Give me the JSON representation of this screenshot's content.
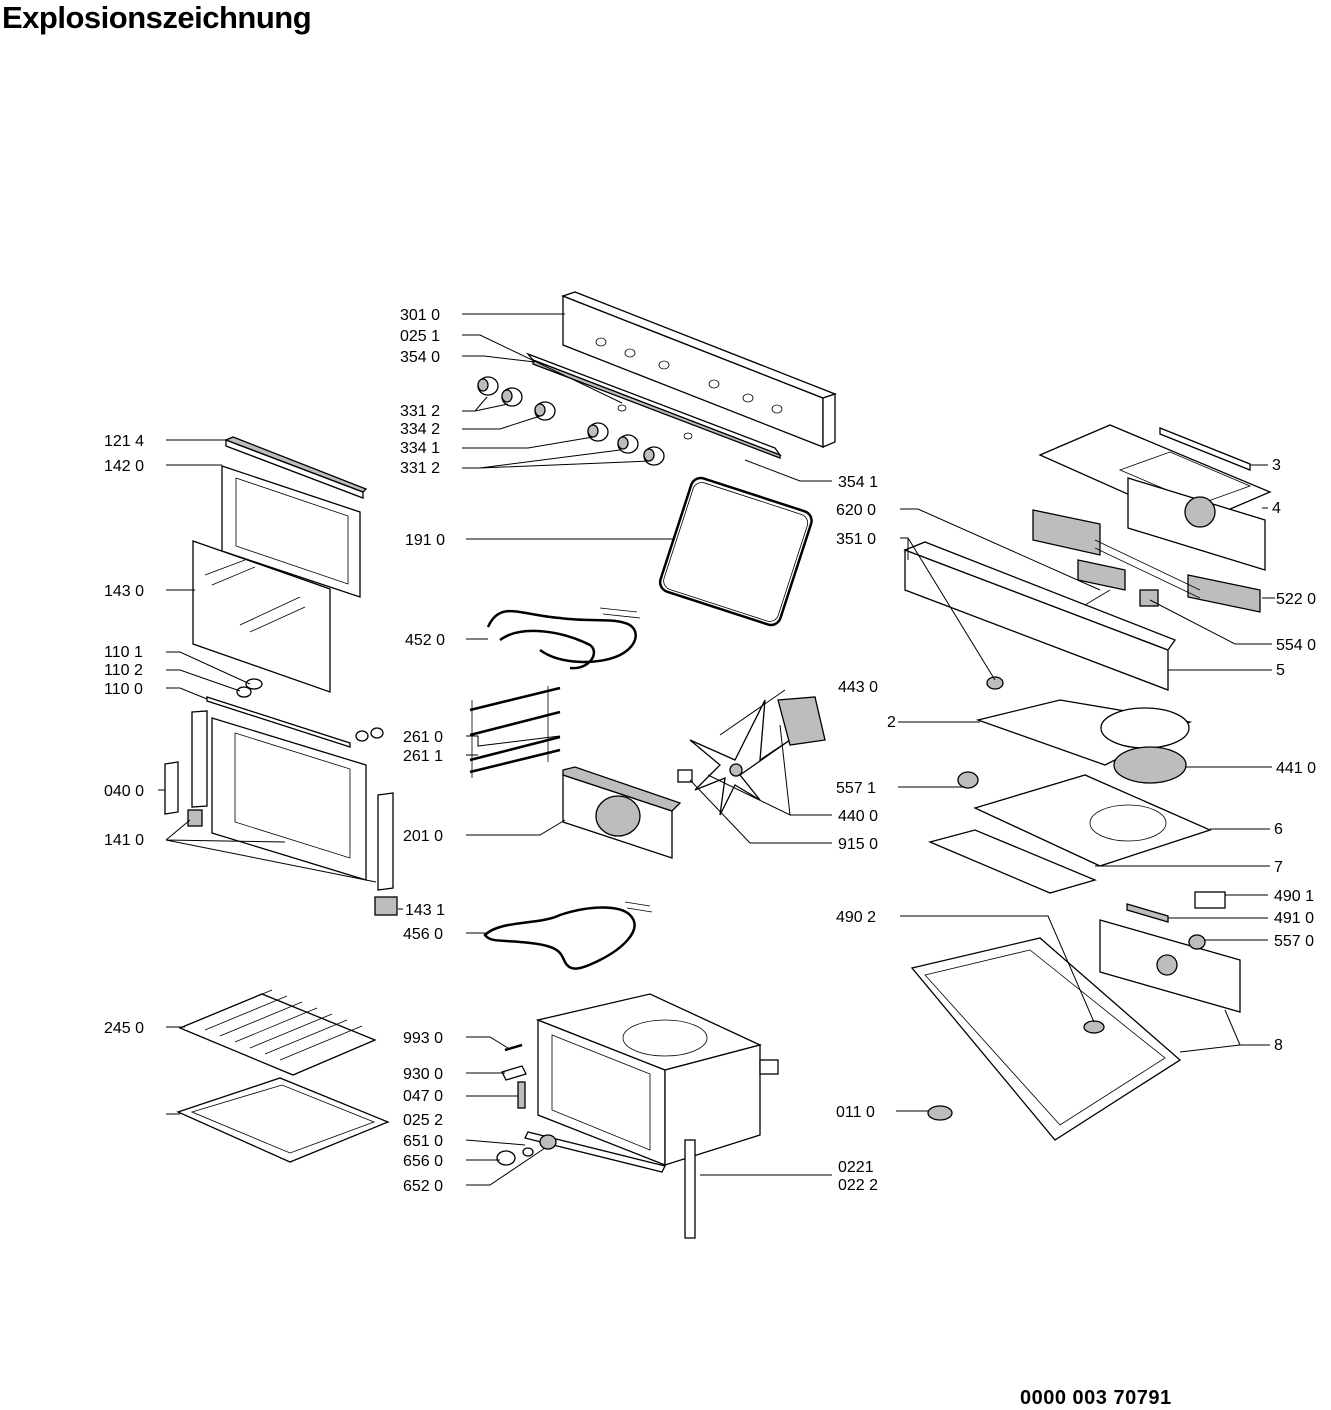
{
  "header": {
    "title": "Explosionszeichnung"
  },
  "footer": {
    "document_number": "0000 003 70791"
  },
  "labels": [
    "301 0",
    "025 1",
    "354 0",
    "331 2",
    "334 2",
    "334 1",
    "331 2",
    "121 4",
    "142 0",
    "354 1",
    "3",
    "4",
    "620 0",
    "351 0",
    "191 0",
    "143 0",
    "522 0",
    "452 0",
    "554 0",
    "110 1",
    "110 2",
    "110 0",
    "5",
    "443 0",
    "2",
    "261 0",
    "261 1",
    "441 0",
    "040 0",
    "557 1",
    "440 0",
    "141 0",
    "201 0",
    "915 0",
    "6",
    "7",
    "143 1",
    "490 1",
    "490 2",
    "491 0",
    "456 0",
    "557 0",
    "245 0",
    "993 0",
    "8",
    "930 0",
    "047 0",
    "025 2",
    "011 0",
    "651 0",
    "0221",
    "656 0",
    "022 2",
    "652 0"
  ]
}
